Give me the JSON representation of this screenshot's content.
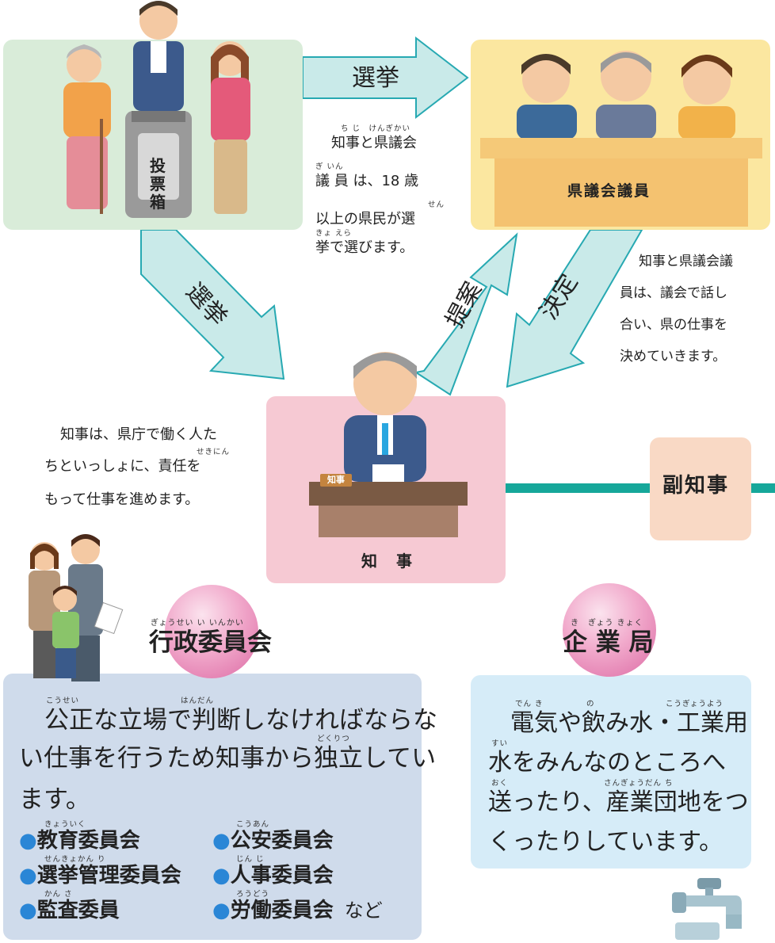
{
  "colors": {
    "voters_bg": "#d9ecd9",
    "assembly_bg": "#fbe7a0",
    "governor_bg": "#f6c9d3",
    "vicegov_bg": "#f9d9c5",
    "committee_bg": "#cfdbeb",
    "bureau_bg": "#d6ecf8",
    "arrow_fill": "#c9eae9",
    "arrow_stroke": "#27a9b2",
    "line": "#16a79a",
    "bullet": "#2a86d6"
  },
  "arrows": {
    "election_top": "選挙",
    "election_diag": "選挙",
    "proposal": "提案",
    "decision": "決定"
  },
  "voters": {
    "ballot_box": "投票箱",
    "icon": "voters-illustration"
  },
  "assembly": {
    "label": "県議会議員",
    "icon": "assembly-members-illustration"
  },
  "governor": {
    "label": "知　事",
    "nameplate": "知事",
    "icon": "governor-illustration"
  },
  "vice_governor": {
    "label": "副知事"
  },
  "election_text": {
    "line1": "知事と県議会",
    "line2": "議 員 は、18 歳",
    "line3": "以上の県民が選",
    "line4": "挙で選びます。",
    "ruby1": "ち じ　けんぎかい",
    "ruby2": "ぎ いん",
    "ruby3": "せん",
    "ruby4": "きょ えら"
  },
  "decision_text": {
    "line1": "知事と県議会議",
    "line2": "員は、議会で話し",
    "line3": "合い、県の仕事を",
    "line4": "決めていきます。"
  },
  "governor_text": {
    "line1": "知事は、県庁で働く人た",
    "line2": "ちといっしょに、責任を",
    "line3": "もって仕事を進めます。",
    "ruby": "せきにん"
  },
  "committees": {
    "title": "行政委員会",
    "title_ruby": "ぎょうせい い いんかい",
    "line1": "公正な立場で判断しなければならな",
    "line2": "い仕事を行うため知事から独立してい",
    "line3": "ます。",
    "ruby_kousei": "こうせい",
    "ruby_handan": "はんだん",
    "ruby_dokuritsu": "どくりつ",
    "items": [
      {
        "bullet": "●",
        "label": "教育委員会",
        "ruby": "きょういく"
      },
      {
        "bullet": "●",
        "label": "公安委員会",
        "ruby": "こうあん"
      },
      {
        "bullet": "●",
        "label": "選挙管理委員会",
        "ruby": "せんきょかん り"
      },
      {
        "bullet": "●",
        "label": "人事委員会",
        "ruby": "じん じ"
      },
      {
        "bullet": "●",
        "label": "監査委員",
        "ruby": "かん さ"
      },
      {
        "bullet": "●",
        "label": "労働委員会",
        "ruby": "ろうどう",
        "suffix": "など"
      }
    ],
    "icon": "family-illustration"
  },
  "bureau": {
    "title": "企 業 局",
    "title_ruby": "き　ぎょう きょく",
    "line1": "電気や飲み水・工業用",
    "line2": "水をみんなのところへ",
    "line3": "送ったり、産業団地をつ",
    "line4": "くったりしています。",
    "ruby_denki": "でん き",
    "ruby_no": "の",
    "ruby_kougyouyou": "こうぎょうよう",
    "ruby_sui": "すい",
    "ruby_oku": "おく",
    "ruby_sangyoudanchi": "さんぎょうだん ち",
    "icon": "faucet-icon"
  }
}
